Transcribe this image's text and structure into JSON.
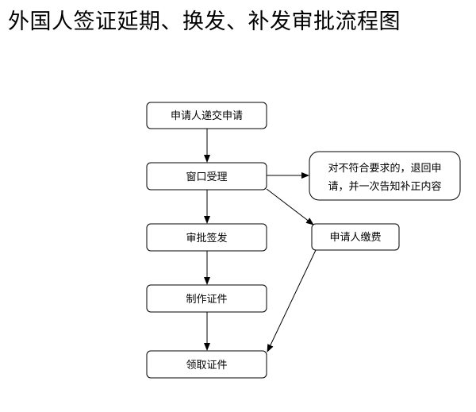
{
  "title": "外国人签证延期、换发、补发审批流程图",
  "nodes": {
    "submit": "申请人递交申请",
    "accept": "窗口受理",
    "approve": "审批签发",
    "produce": "制作证件",
    "collect": "领取证件",
    "reject_line1": "对不符合要求的，退回申",
    "reject_line2": "请，并一次告知补正内容",
    "fee": "申请人缴费"
  },
  "colors": {
    "stroke": "#000000",
    "background": "#ffffff"
  }
}
